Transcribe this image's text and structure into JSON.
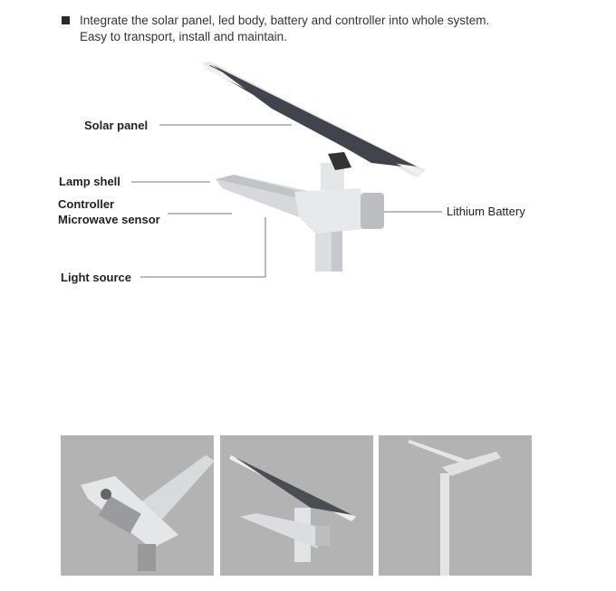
{
  "intro": {
    "line1": "Integrate the solar panel, led body, battery and controller into whole system.",
    "line2": "Easy to transport, install and maintain."
  },
  "labels": {
    "solar_panel": "Solar panel",
    "lamp_shell": "Lamp shell",
    "controller": "Controller",
    "microwave_sensor": "Microwave sensor",
    "light_source": "Light source",
    "lithium_battery": "Lithium Battery"
  },
  "colors": {
    "photo_bg": "#b3b3b3",
    "panel": "#3a3d44",
    "body": "#e2e3e5"
  }
}
